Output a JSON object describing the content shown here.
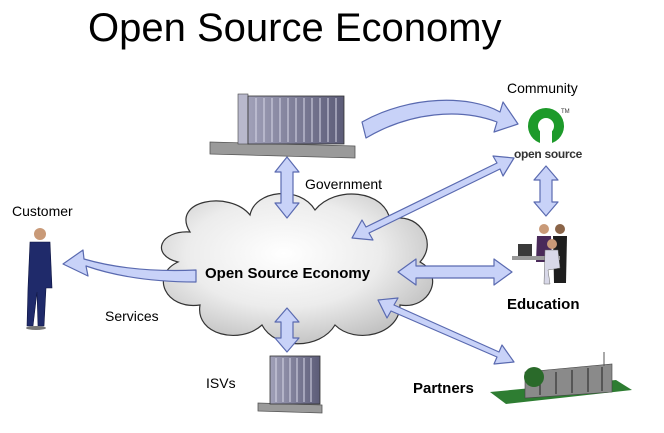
{
  "title": "Open Source Economy",
  "nodes": {
    "center": "Open Source Economy",
    "government": "Government",
    "community": "Community",
    "customer": "Customer",
    "services": "Services",
    "education": "Education",
    "isvs": "ISVs",
    "partners": "Partners"
  },
  "logo": {
    "text": "open source",
    "tm": "TM"
  },
  "colors": {
    "arrow_fill": "#c8d2f8",
    "arrow_stroke": "#5a6ab0",
    "cloud_light": "#f6f6f6",
    "cloud_dark": "#c4c4c4",
    "logo_green": "#1d9a2a"
  }
}
